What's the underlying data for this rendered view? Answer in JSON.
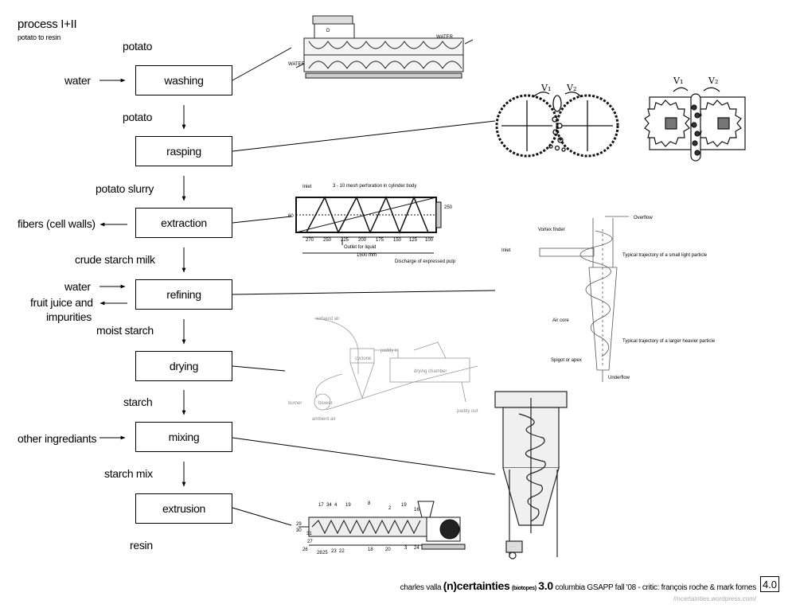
{
  "header": {
    "title": "process I+II",
    "subtitle": "potato to resin"
  },
  "flow": {
    "steps": [
      {
        "id": "washing",
        "label": "washing"
      },
      {
        "id": "rasping",
        "label": "rasping"
      },
      {
        "id": "extraction",
        "label": "extraction"
      },
      {
        "id": "refining",
        "label": "refining"
      },
      {
        "id": "drying",
        "label": "drying"
      },
      {
        "id": "mixing",
        "label": "mixing"
      },
      {
        "id": "extrusion",
        "label": "extrusion"
      }
    ],
    "products": [
      "potato",
      "potato",
      "potato slurry",
      "crude starch milk",
      "moist starch",
      "starch",
      "starch mix",
      "resin"
    ],
    "inputs": {
      "water_1": "water",
      "water_2": "water",
      "other": "other ingrediants"
    },
    "outputs": {
      "fibers": "fibers (cell walls)",
      "juice_1": "fruit juice and",
      "juice_2": "impurities"
    }
  },
  "illustrations": {
    "washer": {
      "label_d": "D",
      "label_water_top": "WATER",
      "label_water_left": "WATER"
    },
    "rasper": {
      "v1": "V₁",
      "v2": "V₂"
    },
    "extractor": {
      "top_note": "3 - 10 mesh perforation in cylinder body",
      "inlet": "Inlet",
      "dim_left": "60",
      "dim_right": "250",
      "ticks": [
        "270",
        "250",
        "225",
        "200",
        "175",
        "150",
        "125",
        "100"
      ],
      "outlet": "Outlet for liquid",
      "length": "1500 mm",
      "discharge": "Discharge of expressed pulp"
    },
    "cyclone": {
      "overflow": "Overflow",
      "vortex": "Vortex finder",
      "inlet": "Inlet",
      "small": "Typical trajectory of a small light particle",
      "air_core": "Air core",
      "large": "Typical trajectory of a larger heavier particle",
      "spigot": "Spigot or apex",
      "underflow": "Underflow"
    },
    "dryer": {
      "exhaust": "exhaust air",
      "paddy_in": "paddy in",
      "cyclone": "cyclone",
      "chamber": "drying chamber",
      "burner": "burner",
      "blower": "blower",
      "ambient": "ambient air",
      "paddy_out": "paddy out"
    },
    "extruder": {
      "numbers": [
        "17",
        "34",
        "4",
        "19",
        "8",
        "2",
        "19",
        "16",
        "29",
        "30",
        "31",
        "27",
        "26",
        "28",
        "25",
        "23",
        "22",
        "18",
        "20",
        "3",
        "24"
      ]
    }
  },
  "footer": {
    "author": "charles valla",
    "title": "(n)certainties",
    "tag": "(biotopes)",
    "version": "3.0",
    "course": "columbia GSAPP fall '08 - critic: françois roche & mark fornes",
    "page": "4.0",
    "url": "//ncertainties.wordpress.com/"
  }
}
